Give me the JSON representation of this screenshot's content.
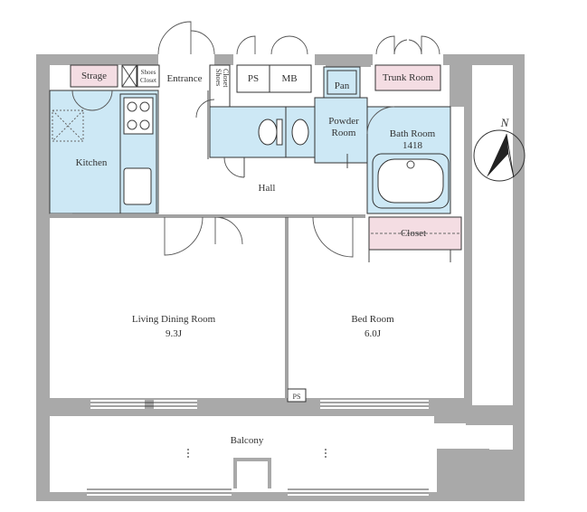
{
  "rooms": {
    "strage": "Strage",
    "shoes_closet_1": "Shoes",
    "shoes_closet_2": "Closet",
    "entrance": "Entrance",
    "shoes_closet_v1": "Shoes",
    "shoes_closet_v2": "Closet",
    "ps_top": "PS",
    "mb": "MB",
    "trunk_room": "Trunk Room",
    "pan": "Pan",
    "kitchen": "Kitchen",
    "powder_room_1": "Powder",
    "powder_room_2": "Room",
    "bath_room": "Bath Room",
    "bath_size": "1418",
    "hall": "Hall",
    "closet": "Closet",
    "living_dining_room": "Living Dining Room",
    "living_size": "9.3J",
    "bed_room": "Bed Room",
    "bed_size": "6.0J",
    "ps_bottom": "PS",
    "balcony": "Balcony"
  },
  "compass": {
    "north_label": "N"
  },
  "colors": {
    "wall": "#a9a9a9",
    "wet_area": "#cde8f5",
    "storage": "#f4dde3",
    "outline": "#333333"
  }
}
